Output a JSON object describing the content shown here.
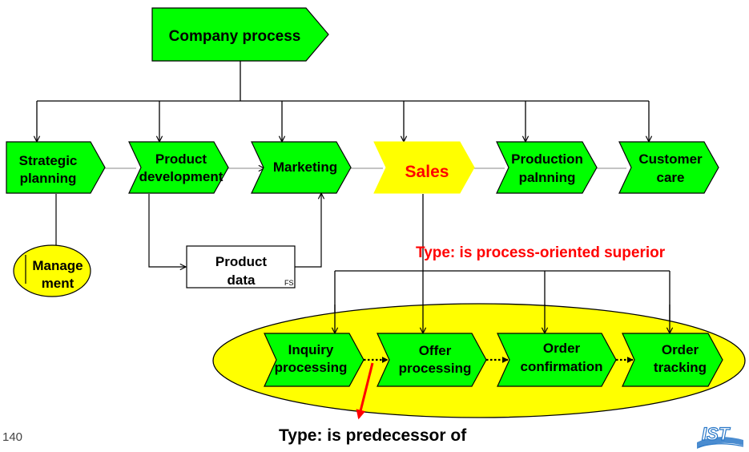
{
  "colors": {
    "process_fill": "#00ff00",
    "highlight_fill": "#ffff00",
    "sales_text": "#ff0000",
    "type_red": "#ff0000",
    "logo_blue": "#2a78c8"
  },
  "top": {
    "title": "Company process"
  },
  "level1": {
    "strategic": [
      "Strategic",
      "planning"
    ],
    "product_dev": [
      "Product",
      "development"
    ],
    "marketing": "Marketing",
    "sales": "Sales",
    "production": [
      "Production",
      "palnning"
    ],
    "customer_care": [
      "Customer",
      "care"
    ]
  },
  "management": [
    "Manage",
    "ment"
  ],
  "product_data": {
    "lines": [
      "Product",
      "data"
    ],
    "tag": "FS"
  },
  "annotations": {
    "superior": "Type:  is process-oriented superior",
    "predecessor": "Type:  is predecessor of"
  },
  "level2": {
    "inquiry": [
      "Inquiry",
      "processing"
    ],
    "offer": [
      "Offer",
      "processing"
    ],
    "confirmation": [
      "Order",
      "confirmation"
    ],
    "tracking": [
      "Order",
      "tracking"
    ]
  },
  "footer": {
    "page_number": "140",
    "logo_text": "IST"
  }
}
